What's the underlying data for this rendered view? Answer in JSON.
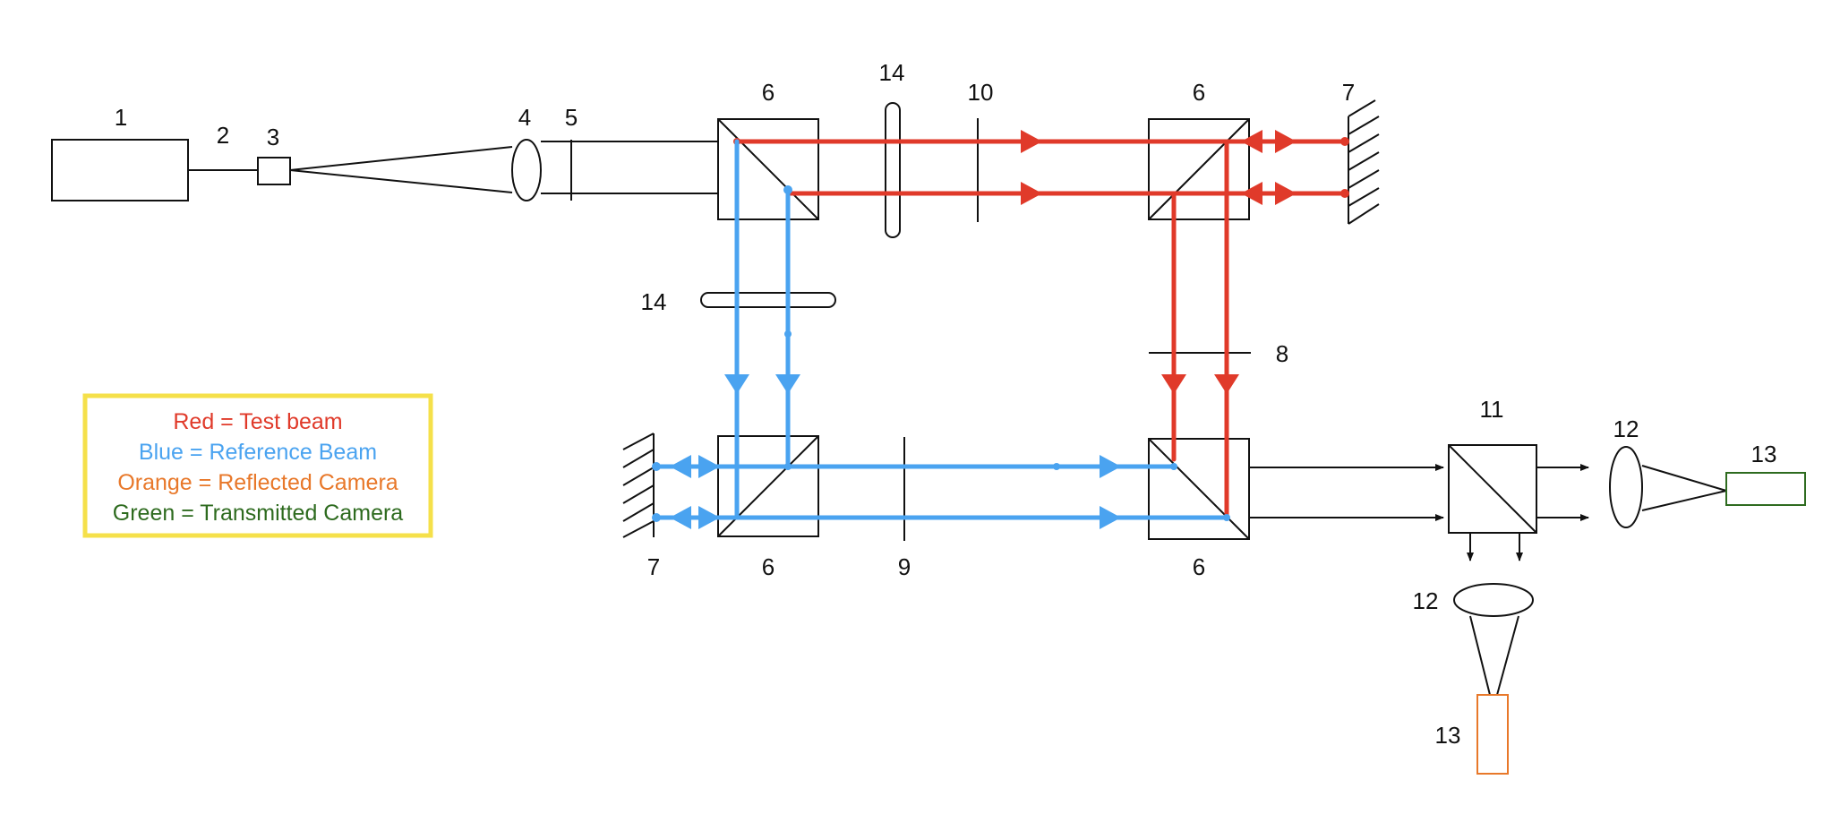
{
  "labels": {
    "laser": "1",
    "fiber": "2",
    "fiber_coupler": "3",
    "lens_expander": "4",
    "aperture": "5",
    "beamsplitter_top_left": "6",
    "beamsplitter_top_right": "6",
    "beamsplitter_bottom_left": "6",
    "beamsplitter_bottom_right": "6",
    "mirror_top_right": "7",
    "mirror_bottom_left": "7",
    "element_8": "8",
    "element_9": "9",
    "element_10": "10",
    "beamsplitter_11": "11",
    "lens_12_right": "12",
    "lens_12_bottom": "12",
    "camera_13_right": "13",
    "camera_13_bottom": "13",
    "plate_14_top": "14",
    "plate_14_left": "14"
  },
  "legend": {
    "red": "Red = Test beam",
    "blue": "Blue = Reference Beam",
    "orange": "Orange = Reflected Camera",
    "green": "Green = Transmitted Camera"
  },
  "colors": {
    "test_beam": "#e03a2a",
    "reference_beam": "#4aa3f0",
    "reflected_camera": "#e8782a",
    "transmitted_camera": "#2e6b1f",
    "legend_border": "#f5e04a",
    "optics": "#111111"
  }
}
